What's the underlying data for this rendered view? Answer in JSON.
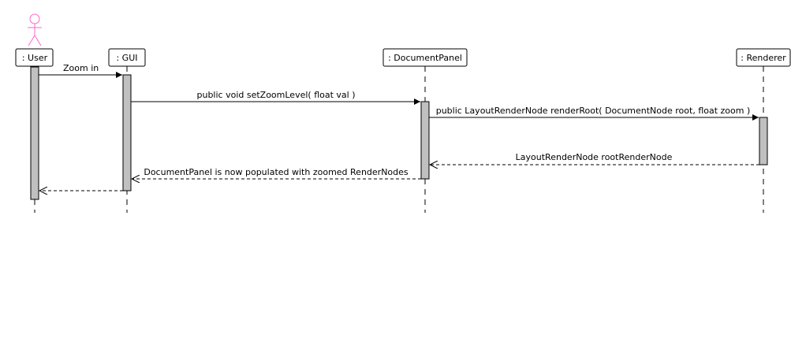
{
  "diagram": {
    "type": "sequence",
    "colors": {
      "actor_stroke": "#ff66cc",
      "activation_fill": "#c0c0c0",
      "line": "#000000",
      "background": "#ffffff"
    },
    "participants": [
      {
        "id": "user",
        "label": ": User",
        "actor": true
      },
      {
        "id": "gui",
        "label": ": GUI",
        "actor": false
      },
      {
        "id": "docpanel",
        "label": ": DocumentPanel",
        "actor": false
      },
      {
        "id": "renderer",
        "label": ": Renderer",
        "actor": false
      }
    ],
    "messages": [
      {
        "from": "user",
        "to": "gui",
        "label": "Zoom in",
        "kind": "sync"
      },
      {
        "from": "gui",
        "to": "docpanel",
        "label": "public void  setZoomLevel( float val )",
        "kind": "sync"
      },
      {
        "from": "docpanel",
        "to": "renderer",
        "label": "public LayoutRenderNode  renderRoot( DocumentNode root, float zoom )",
        "kind": "sync"
      },
      {
        "from": "renderer",
        "to": "docpanel",
        "label": "LayoutRenderNode rootRenderNode",
        "kind": "return"
      },
      {
        "from": "docpanel",
        "to": "gui",
        "label": "DocumentPanel is now populated with zoomed  RenderNodes",
        "kind": "return"
      },
      {
        "from": "gui",
        "to": "user",
        "label": "",
        "kind": "return"
      }
    ]
  }
}
